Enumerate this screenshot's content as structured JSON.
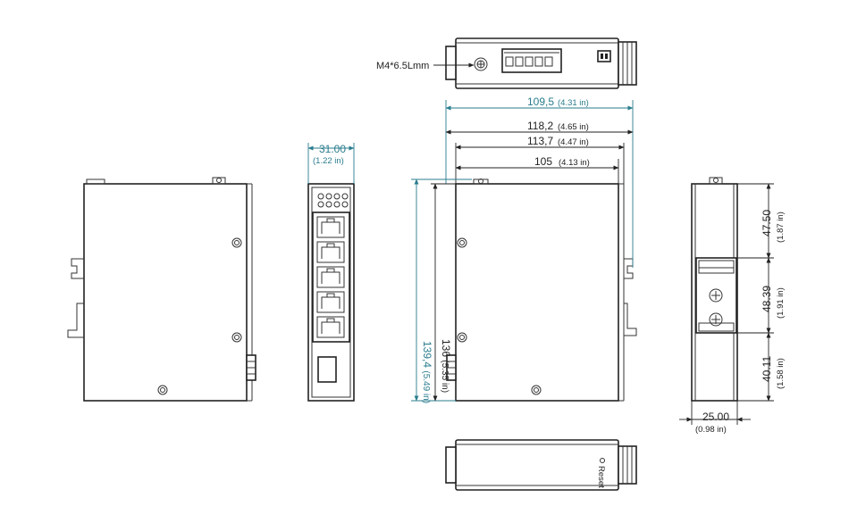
{
  "screw_label": "M4*6.5Lmm",
  "reset_label": "Reset",
  "top_dimensions": [
    {
      "value": "109,5",
      "inch": "(4.31 in)",
      "color": "#2a7d8e"
    },
    {
      "value": "118,2",
      "inch": "(4.65 in)",
      "color": "#222222"
    },
    {
      "value": "113,7",
      "inch": "(4.47 in)",
      "color": "#222222"
    },
    {
      "value": "105",
      "inch": "(4.13 in)",
      "color": "#222222"
    }
  ],
  "front_width": {
    "value": "31.00",
    "inch": "(1.22 in)",
    "color": "#2a7d8e"
  },
  "height_dimensions": [
    {
      "value": "139,4",
      "inch": "(5.49 in)",
      "color": "#2a7d8e"
    },
    {
      "value": "136",
      "inch": "(5.35 in)",
      "color": "#222222"
    }
  ],
  "right_dimensions": [
    {
      "value": "47.50",
      "inch": "(1.87 in)"
    },
    {
      "value": "48.39",
      "inch": "(1.91 in)"
    },
    {
      "value": "40.11",
      "inch": "(1.58 in)"
    }
  ],
  "bottom_width": {
    "value": "25.00",
    "inch": "(0.98 in)"
  },
  "colors": {
    "line": "#222222",
    "teal": "#2a7d8e",
    "background": "#ffffff"
  }
}
